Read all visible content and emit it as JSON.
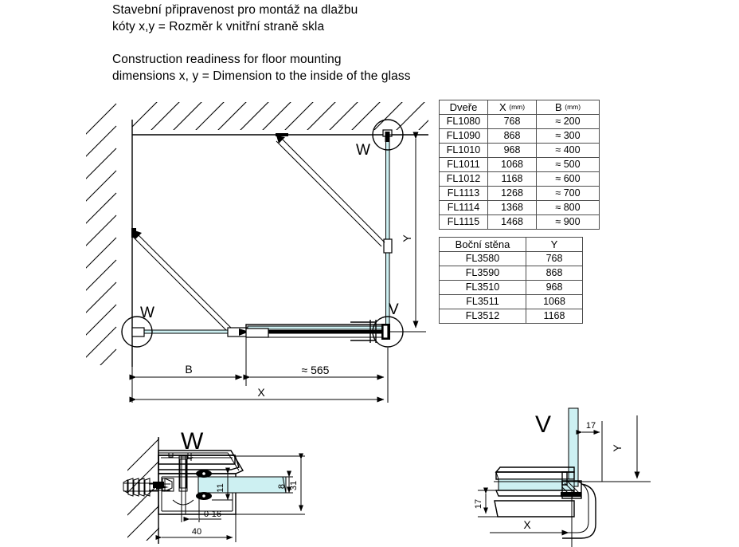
{
  "header": {
    "cs_line1": "Stavební připravenost pro montáž na dlažbu",
    "cs_line2": "kóty x,y = Rozměr k vnitřní straně skla",
    "en_line1": "Construction readiness for floor mounting",
    "en_line2": "dimensions x, y = Dimension to the inside of the glass"
  },
  "doors_table": {
    "headers": [
      "Dveře",
      "X",
      "B"
    ],
    "header_units": [
      "",
      "(mm)",
      "(mm)"
    ],
    "rows": [
      [
        "FL1080",
        "768",
        "≈ 200"
      ],
      [
        "FL1090",
        "868",
        "≈ 300"
      ],
      [
        "FL1010",
        "968",
        "≈ 400"
      ],
      [
        "FL1011",
        "1068",
        "≈ 500"
      ],
      [
        "FL1012",
        "1168",
        "≈ 600"
      ],
      [
        "FL1113",
        "1268",
        "≈ 700"
      ],
      [
        "FL1114",
        "1368",
        "≈ 800"
      ],
      [
        "FL1115",
        "1468",
        "≈ 900"
      ]
    ]
  },
  "side_table": {
    "headers": [
      "Boční stěna",
      "Y"
    ],
    "rows": [
      [
        "FL3580",
        "768"
      ],
      [
        "FL3590",
        "868"
      ],
      [
        "FL3510",
        "968"
      ],
      [
        "FL3511",
        "1068"
      ],
      [
        "FL3512",
        "1168"
      ]
    ]
  },
  "plan": {
    "callout_w_top": "W",
    "callout_w_left": "W",
    "callout_v": "V",
    "dim_b": "B",
    "dim_565": "≈ 565",
    "dim_x": "X",
    "dim_y": "Y"
  },
  "detail_w": {
    "title": "W",
    "dim_31": "31",
    "dim_11": "11",
    "dim_8": "8",
    "dim_0_16": "0-16",
    "dim_40": "40"
  },
  "detail_v": {
    "title": "V",
    "dim_17_top": "17",
    "dim_17_left": "17",
    "dim_y": "Y",
    "dim_x": "X"
  },
  "colors": {
    "line": "#000000",
    "glass": "#cdf0f2",
    "glass_edge": "#9fc6c9",
    "table_border": "#4d4d4d"
  }
}
